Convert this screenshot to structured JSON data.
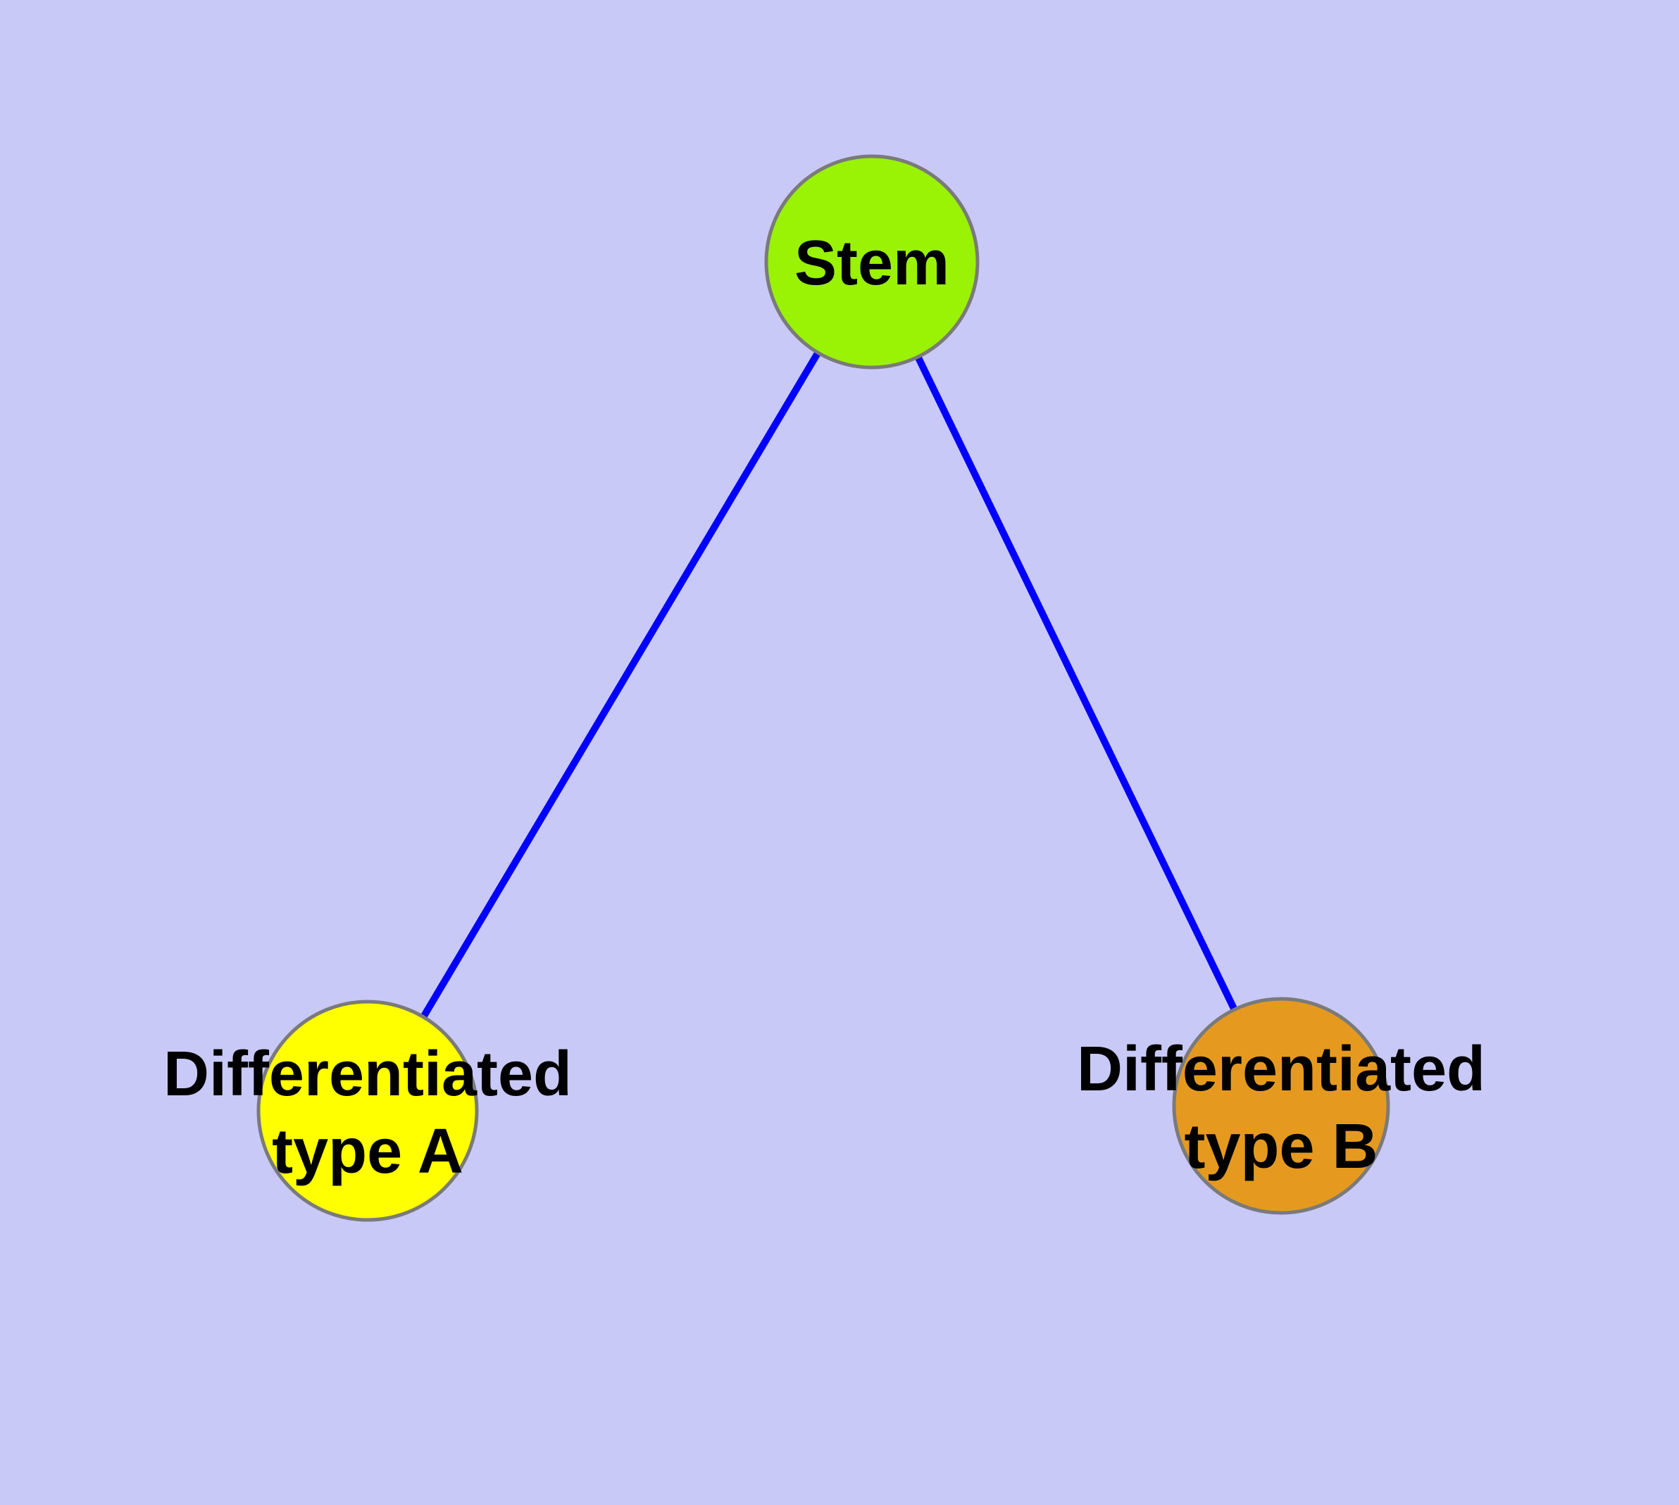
{
  "diagram": {
    "background_color": "#C9C9F7",
    "edge_color": "#0000FF",
    "node_border_color": "#7A7A7A",
    "label_color": "#000000",
    "nodes": {
      "stem": {
        "label": "Stem",
        "fill": "#9AF204"
      },
      "type_a": {
        "label_line1": "Differentiated",
        "label_line2": "type A",
        "fill": "#FFFF00"
      },
      "type_b": {
        "label_line1": "Differentiated",
        "label_line2": "type B",
        "fill": "#E59A1F"
      }
    },
    "edges": [
      {
        "from": "stem",
        "to": "type_a"
      },
      {
        "from": "stem",
        "to": "type_b"
      }
    ]
  }
}
